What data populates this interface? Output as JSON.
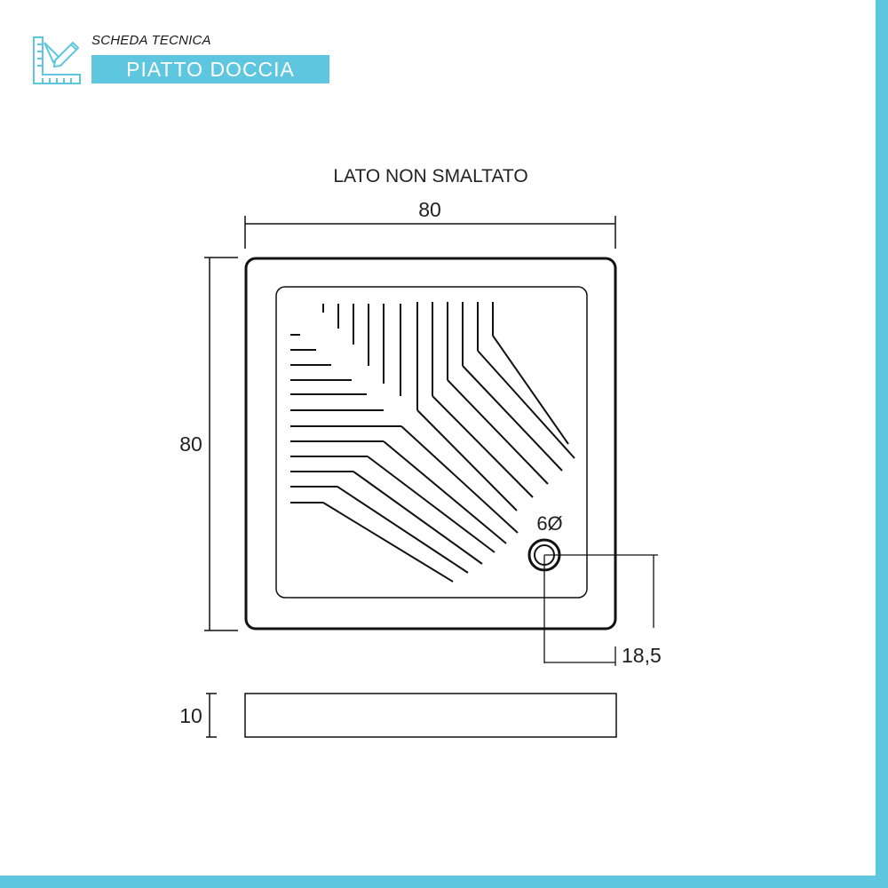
{
  "header": {
    "subtitle": "SCHEDA TECNICA",
    "title": "PIATTO DOCCIA"
  },
  "drawing": {
    "side_label": "LATO NON SMALTATO",
    "width_label": "80",
    "depth_label": "80",
    "drain_diameter_label": "6Ø",
    "drain_offset_label": "18,5",
    "height_label": "10"
  },
  "colors": {
    "accent": "#5ec6de",
    "line": "#111111"
  },
  "icons": {
    "logo": "ruler-pencil-icon"
  }
}
